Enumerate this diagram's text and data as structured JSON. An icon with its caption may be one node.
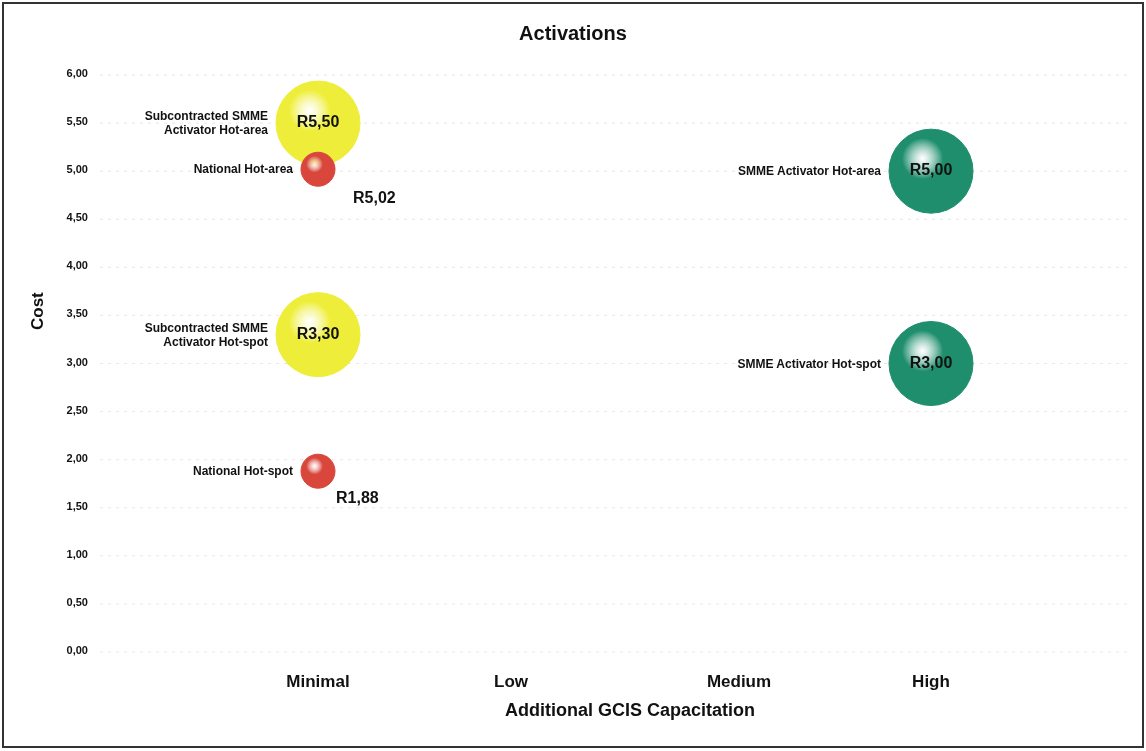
{
  "diagram": {
    "chart_data": {
      "type": "scatter",
      "title": "Activations",
      "xlabel": "Additional GCIS Capacitation",
      "ylabel": "Cost",
      "categories": [
        "Minimal",
        "Low",
        "Medium",
        "High"
      ],
      "ylim": [
        0,
        6
      ],
      "grid": true,
      "yticks": [
        {
          "value": 0,
          "label": "0,00"
        },
        {
          "value": 0.5,
          "label": "0,50"
        },
        {
          "value": 1,
          "label": "1,00"
        },
        {
          "value": 1.5,
          "label": "1,50"
        },
        {
          "value": 2,
          "label": "2,00"
        },
        {
          "value": 2.5,
          "label": "2,50"
        },
        {
          "value": 3,
          "label": "3,00"
        },
        {
          "value": 3.5,
          "label": "3,50"
        },
        {
          "value": 4,
          "label": "4,00"
        },
        {
          "value": 4.5,
          "label": "4,50"
        },
        {
          "value": 5,
          "label": "5,00"
        },
        {
          "value": 5.5,
          "label": "5,50"
        },
        {
          "value": 6,
          "label": "6,00"
        }
      ],
      "series": [
        {
          "name": "Subcontracted SMME Activator Hot-area",
          "color": "#eeee3a",
          "values": [
            5.5,
            null,
            null,
            null
          ]
        },
        {
          "name": "National Hot-area",
          "color": "#d8463c",
          "values": [
            5.02,
            null,
            null,
            null
          ]
        },
        {
          "name": "SMME Activator Hot-area",
          "color": "#1e8e6c",
          "values": [
            null,
            null,
            null,
            5.0
          ]
        },
        {
          "name": "Subcontracted SMME Activator Hot-spot",
          "color": "#eeee3a",
          "values": [
            3.3,
            null,
            null,
            null
          ]
        },
        {
          "name": "SMME Activator Hot-spot",
          "color": "#1e8e6c",
          "values": [
            null,
            null,
            null,
            3.0
          ]
        },
        {
          "name": "National Hot-spot",
          "color": "#d8463c",
          "values": [
            1.88,
            null,
            null,
            null
          ]
        }
      ],
      "value_labels": [
        "R5,50",
        "R5,02",
        "R5,00",
        "R3,30",
        "R3,00",
        "R1,88"
      ]
    }
  }
}
